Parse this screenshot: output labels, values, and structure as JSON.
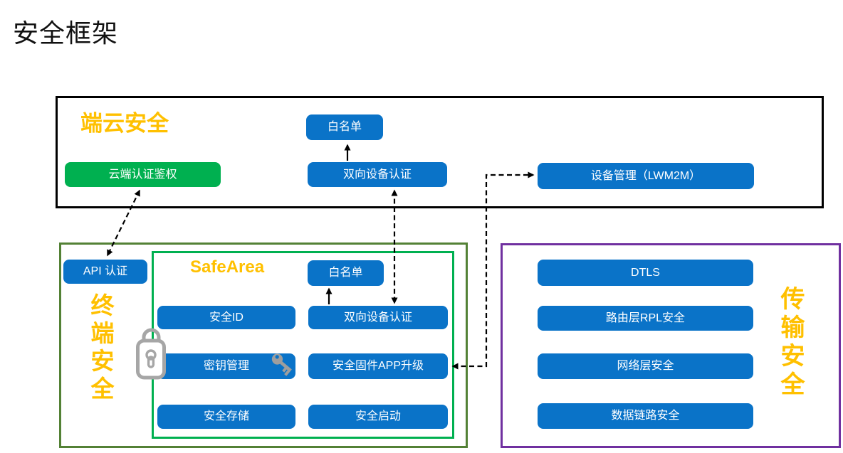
{
  "title": "安全框架",
  "colors": {
    "box_blue": "#0a73c8",
    "box_green": "#00b050",
    "panel_border_black": "#000000",
    "panel_border_dark_green": "#538135",
    "panel_border_green": "#00b050",
    "panel_border_purple": "#7030a0",
    "accent_orange": "#ffc000",
    "icon_gray": "#a6a6a6",
    "arrow_black": "#000000"
  },
  "cloud_panel": {
    "label": "端云安全",
    "whitelist": "白名单",
    "cloud_auth": "云端认证鉴权",
    "mutual_auth": "双向设备认证",
    "device_mgmt": "设备管理（LWM2M）"
  },
  "terminal_panel": {
    "label": "终端安全",
    "api_auth": "API 认证",
    "safearea": {
      "label": "SafeArea",
      "whitelist": "白名单",
      "secure_id": "安全ID",
      "mutual_auth": "双向设备认证",
      "key_mgmt": "密钥管理",
      "fw_upgrade": "安全固件APP升级",
      "storage": "安全存储",
      "boot": "安全启动"
    }
  },
  "transport_panel": {
    "label": "传输安全",
    "items": [
      "DTLS",
      "路由层RPL安全",
      "网络层安全",
      "数据链路安全"
    ]
  },
  "icons": {
    "lock": "padlock-outline",
    "key": "key"
  }
}
